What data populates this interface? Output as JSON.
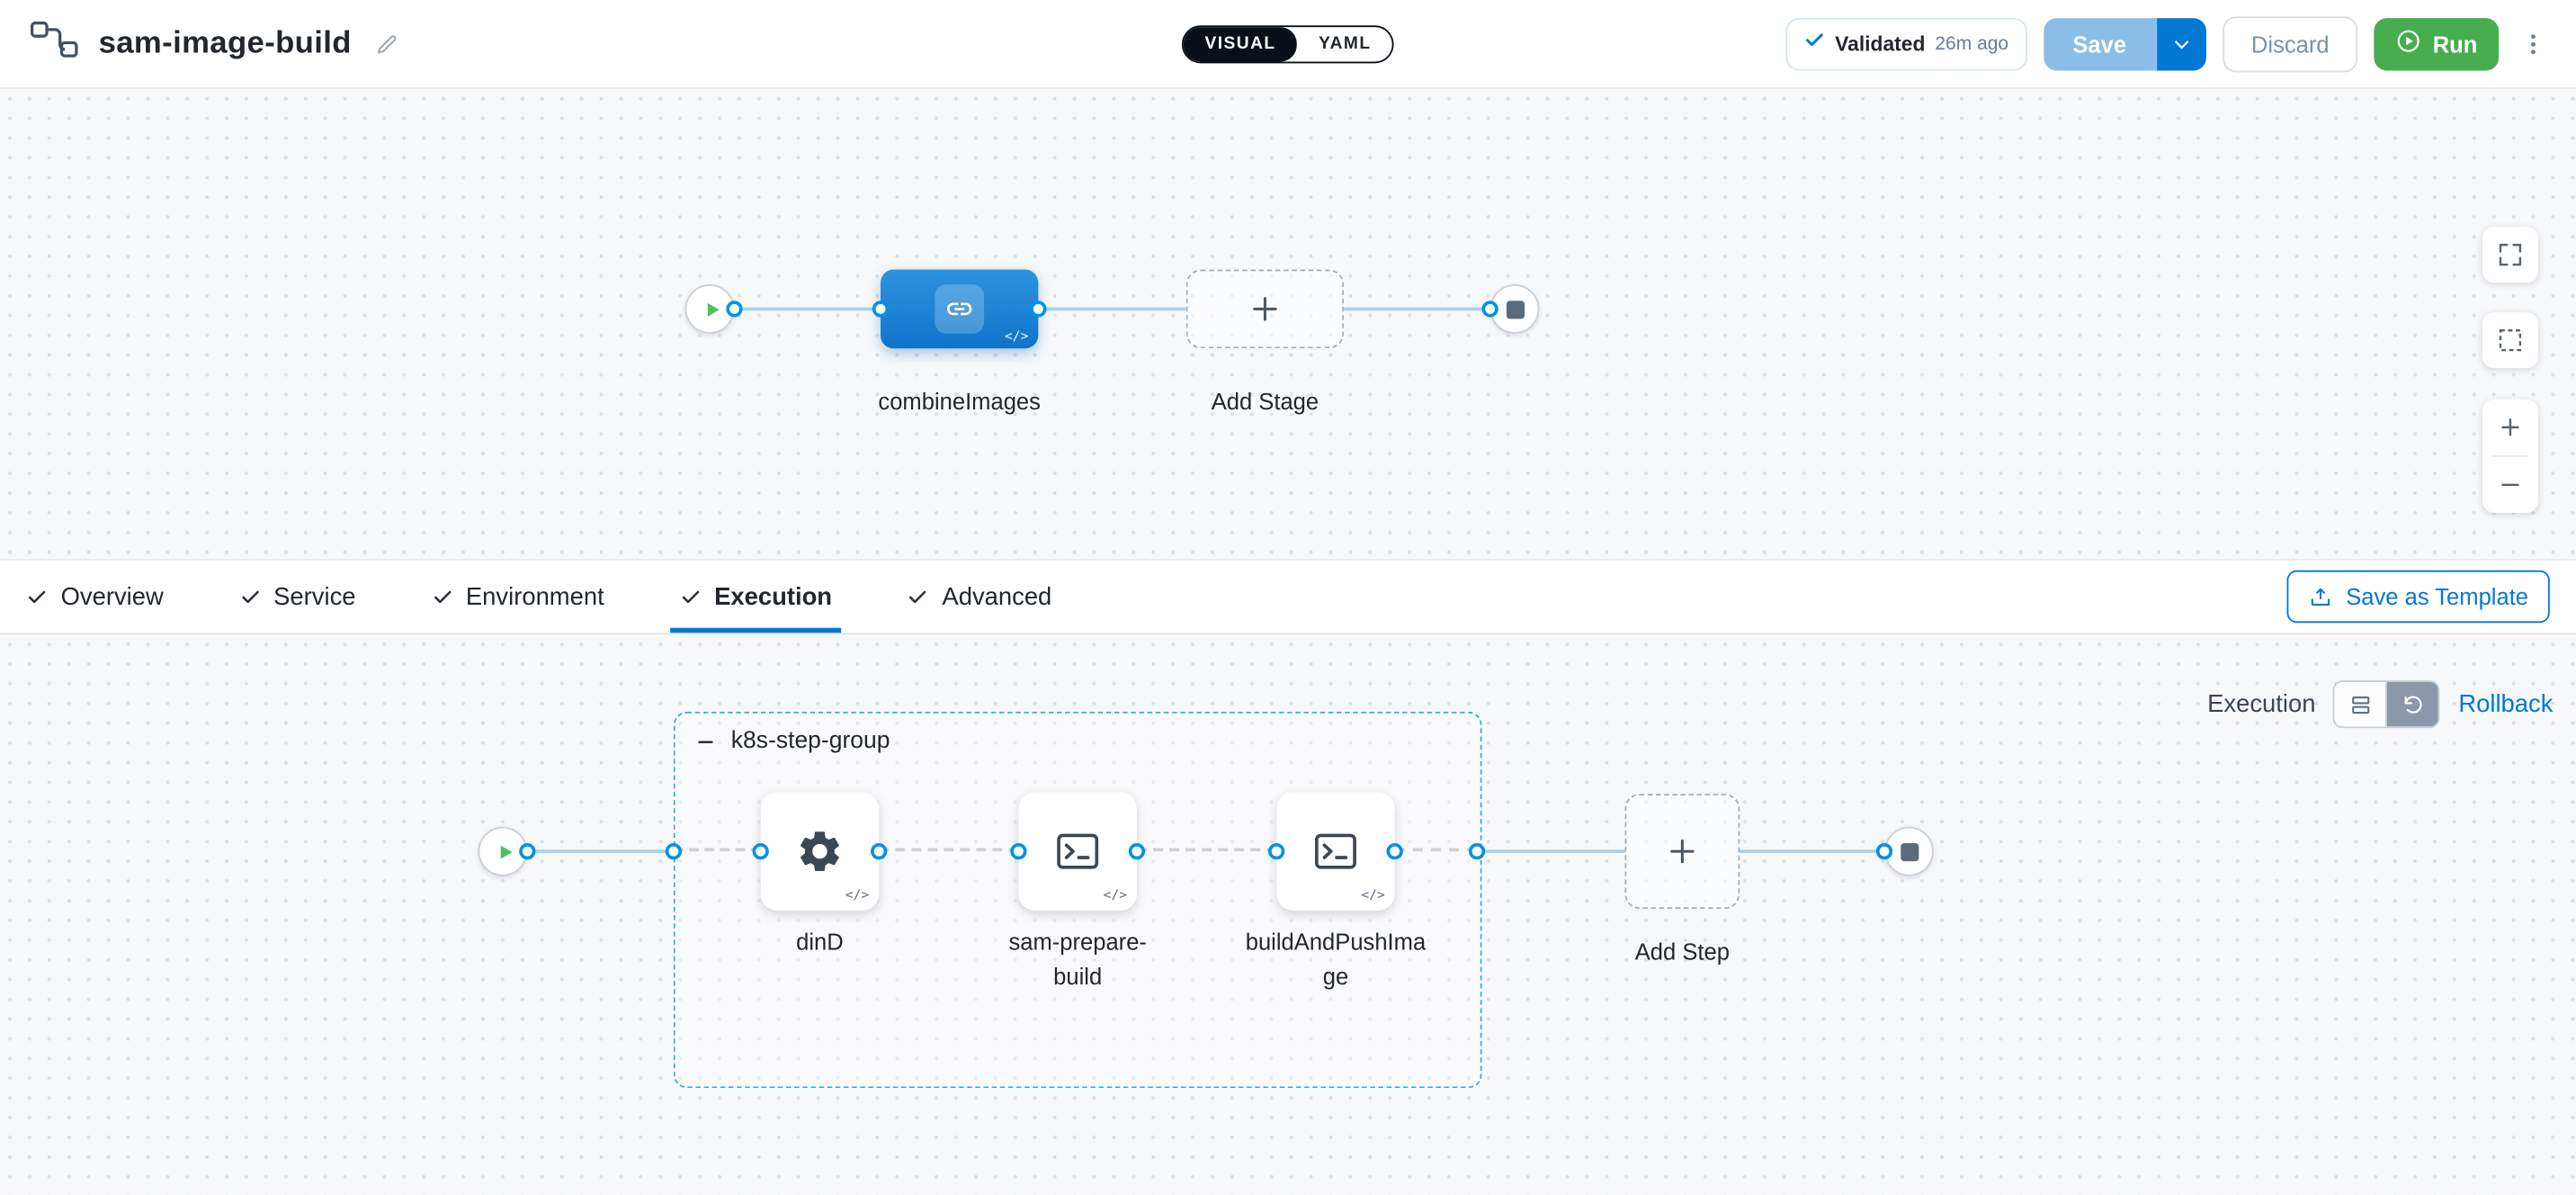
{
  "header": {
    "title": "sam-image-build",
    "mode_toggle": {
      "visual": "VISUAL",
      "yaml": "YAML"
    },
    "validated_label": "Validated",
    "validated_time": "26m ago",
    "save": "Save",
    "discard": "Discard",
    "run": "Run"
  },
  "stage_canvas": {
    "stage_label": "combineImages",
    "add_stage": "Add Stage",
    "code_badge": "</>"
  },
  "tabs": {
    "items": [
      {
        "label": "Overview"
      },
      {
        "label": "Service"
      },
      {
        "label": "Environment"
      },
      {
        "label": "Execution"
      },
      {
        "label": "Advanced"
      }
    ],
    "active": "Execution",
    "save_as_template": "Save as Template"
  },
  "execution": {
    "mode_label": "Execution",
    "rollback": "Rollback",
    "group_label": "k8s-step-group",
    "steps": [
      {
        "label": "dinD"
      },
      {
        "label": "sam-prepare-build"
      },
      {
        "label": "buildAndPushImage"
      }
    ],
    "add_step": "Add Step",
    "code_badge": "</>"
  },
  "colors": {
    "accent": "#0278d5",
    "run_green": "#46ae4f",
    "group_border": "#27b2e4",
    "stage_blue": "#0f74cb"
  }
}
